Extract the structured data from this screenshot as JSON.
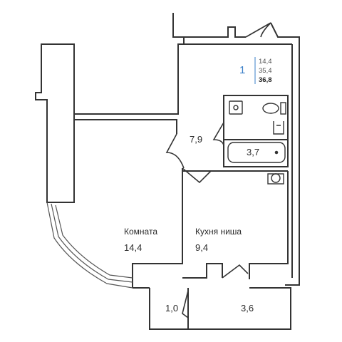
{
  "summary": {
    "rooms_count": "1",
    "living_area": "14,4",
    "total_area": "35,4",
    "total_with_balcony": "36,8",
    "accent_color": "#3a7fc8"
  },
  "rooms": {
    "corridor_area": "7,9",
    "bathroom_area": "3,7",
    "room_name": "Комната",
    "room_area": "14,4",
    "kitchen_name": "Кухня ниша",
    "kitchen_area": "9,4",
    "balcony_small_area": "1,0",
    "balcony_large_area": "3,6"
  },
  "icons": [
    "sink-icon",
    "toilet-icon",
    "bathtub-icon",
    "kitchen-sink-icon",
    "door-swing-icon"
  ]
}
